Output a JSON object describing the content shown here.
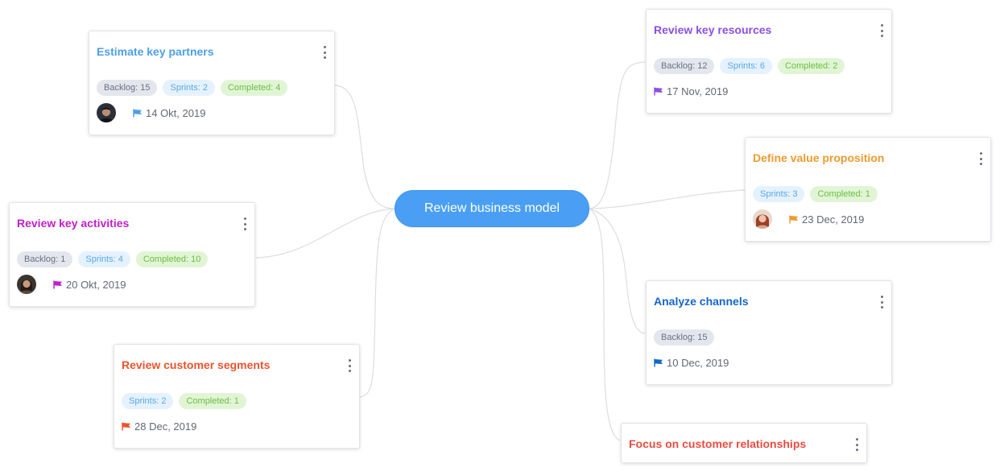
{
  "colors": {
    "center": "#4a9ff5",
    "link": "#dcdde2"
  },
  "center": {
    "label": "Review business model"
  },
  "cards": {
    "partners": {
      "title": "Estimate key partners",
      "color": "#4c9fe8",
      "tags": {
        "backlog": "Backlog: 15",
        "sprints": "Sprints: 2",
        "completed": "Completed: 4"
      },
      "date": "14 Okt, 2019",
      "avatar": "dark-haired-man-avatar",
      "flag_color": "#4c9fe8"
    },
    "activities": {
      "title": "Review key activities",
      "color": "#c020c8",
      "tags": {
        "backlog": "Backlog: 1",
        "sprints": "Sprints: 4",
        "completed": "Completed: 10"
      },
      "date": "20 Okt, 2019",
      "avatar": "dark-haired-woman-avatar",
      "flag_color": "#c020c8"
    },
    "segments": {
      "title": "Review customer segments",
      "color": "#e9542e",
      "tags": {
        "sprints": "Sprints: 2",
        "completed": "Completed: 1"
      },
      "date": "28 Dec, 2019",
      "flag_color": "#e9542e"
    },
    "resources": {
      "title": "Review key resources",
      "color": "#8a4fe3",
      "tags": {
        "backlog": "Backlog: 12",
        "sprints": "Sprints: 6",
        "completed": "Completed: 2"
      },
      "date": "17 Nov, 2019",
      "flag_color": "#8a4fe3"
    },
    "value": {
      "title": "Define value proposition",
      "color": "#ee9a2d",
      "tags": {
        "sprints": "Sprints: 3",
        "completed": "Completed: 1"
      },
      "date": "23 Dec, 2019",
      "avatar": "red-haired-woman-avatar",
      "flag_color": "#ee9a2d"
    },
    "channels": {
      "title": "Analyze channels",
      "color": "#1565c9",
      "tags": {
        "backlog": "Backlog: 15"
      },
      "date": "10 Dec, 2019",
      "flag_color": "#1565c9"
    },
    "relationships": {
      "title": "Focus on customer relationships",
      "color": "#e84b40"
    }
  }
}
